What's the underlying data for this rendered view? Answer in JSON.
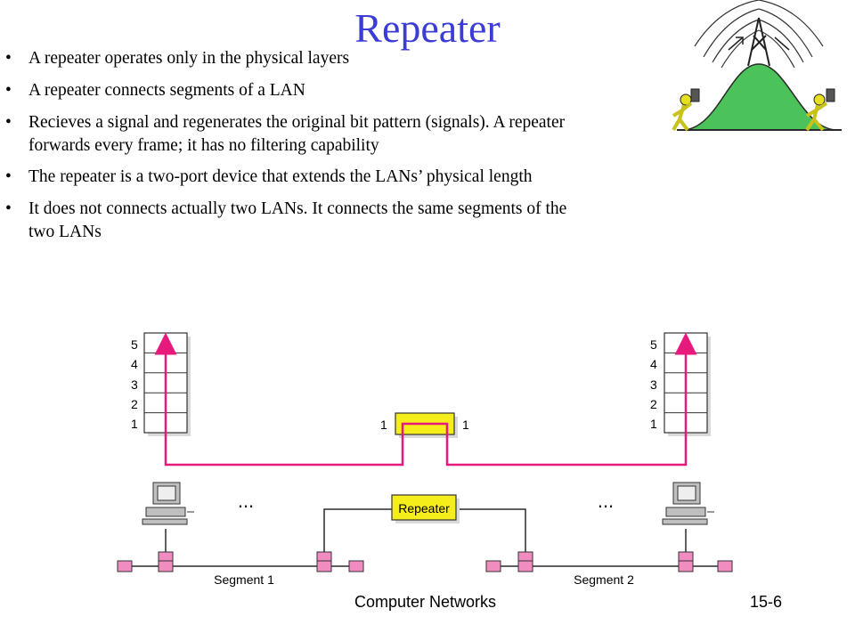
{
  "title": "Repeater",
  "bullets": [
    {
      "lines": [
        "A repeater operates only in the physical layers"
      ]
    },
    {
      "lines": [
        "A repeater connects segments of a LAN"
      ]
    },
    {
      "lines": [
        "Recieves a signal and regenerates the original bit pattern (signals). A repeater",
        "forwards every frame; it has no filtering capability"
      ]
    },
    {
      "lines": [
        "The repeater is a two-port device that extends the LANs’ physical length"
      ]
    },
    {
      "lines": [
        "It does not connects actually two LANs. It connects the same segments of the",
        "two LANs"
      ]
    }
  ],
  "diagram": {
    "layers": [
      "5",
      "4",
      "3",
      "2",
      "1"
    ],
    "port_left": "1",
    "port_right": "1",
    "repeater_label": "Repeater",
    "ellipsis": "...",
    "segment1_label": "Segment 1",
    "segment2_label": "Segment 2",
    "colors": {
      "signal": "#e8197d",
      "repeater_fill": "#f5ee1a",
      "node": "#f08cc0",
      "line": "#2a2a2a",
      "hill": "#4cc25a",
      "figure": "#e6e01e"
    }
  },
  "footer": {
    "left": "Computer Networks",
    "right": "15-6"
  }
}
